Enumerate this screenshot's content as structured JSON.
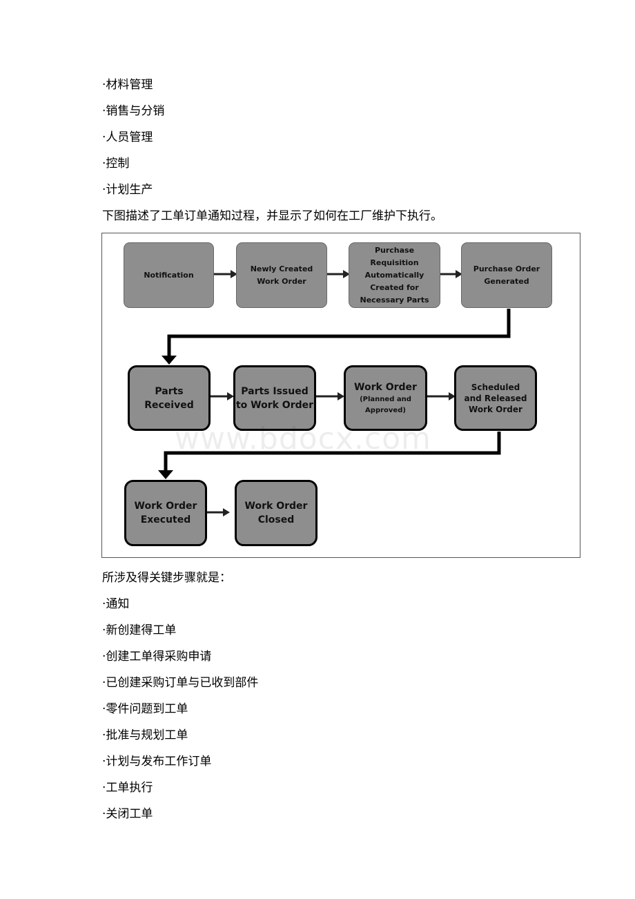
{
  "top_list": [
    "·材料管理",
    "·销售与分销",
    "·人员管理",
    "·控制",
    "·计划生产"
  ],
  "intro": "下图描述了工单订单通知过程，并显示了如何在工厂维护下执行。",
  "diagram": {
    "nodes": {
      "notification": "Notification",
      "newly_created_1": "Newly Created",
      "newly_created_2": "Work Order",
      "pr_1": "Purchase Requisition",
      "pr_2": "Automatically",
      "pr_3": "Created for",
      "pr_4": "Necessary Parts",
      "po_1": "Purchase Order",
      "po_2": "Generated",
      "parts_received_1": "Parts",
      "parts_received_2": "Received",
      "parts_issued_1": "Parts Issued",
      "parts_issued_2": "to Work Order",
      "wo_planned_1": "Work Order",
      "wo_planned_2": "(Planned and",
      "wo_planned_3": "Approved)",
      "scheduled_1": "Scheduled",
      "scheduled_2": "and Released",
      "scheduled_3": "Work Order",
      "executed_1": "Work Order",
      "executed_2": "Executed",
      "closed_1": "Work Order",
      "closed_2": "Closed"
    },
    "watermark": "www.bdocx.com"
  },
  "steps_heading": "所涉及得关键步骤就是：",
  "steps": [
    "·通知",
    "·新创建得工单",
    "·创建工单得采购申请",
    "·已创建采购订单与已收到部件",
    "·零件问题到工单",
    "·批准与规划工单",
    "·计划与发布工作订单",
    "·工单执行",
    "·关闭工单"
  ]
}
